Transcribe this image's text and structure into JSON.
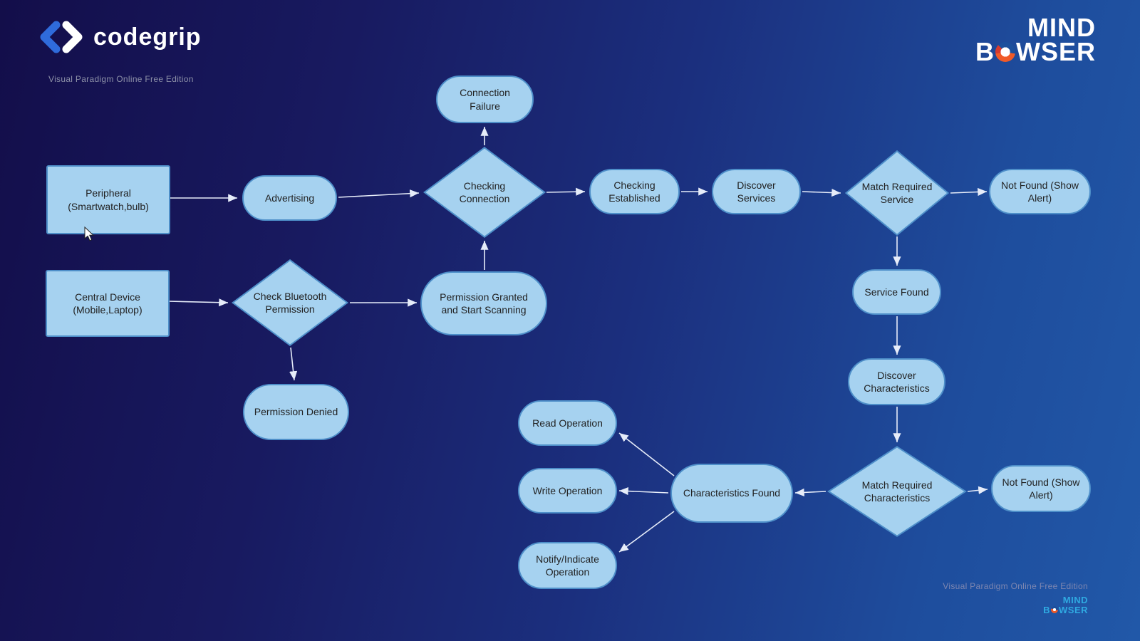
{
  "branding": {
    "codegrip_text": "codegrip",
    "watermark_top": "Visual Paradigm Online Free Edition",
    "watermark_bottom": "Visual Paradigm Online Free Edition",
    "mindbowser": {
      "line1": "MIND",
      "b": "B",
      "rest": "WSER"
    },
    "mindbowser_small": {
      "line1": "MIND",
      "b": "B",
      "rest": "WSER"
    }
  },
  "diagram": {
    "nodes": {
      "peripheral": {
        "label": "Peripheral (Smartwatch,bulb)",
        "type": "process"
      },
      "advertising": {
        "label": "Advertising",
        "type": "terminator"
      },
      "connection_failure": {
        "label": "Connection Failure",
        "type": "terminator"
      },
      "checking_connection": {
        "label": "Checking Connection",
        "type": "decision"
      },
      "checking_established": {
        "label": "Checking Established",
        "type": "terminator"
      },
      "discover_services": {
        "label": "Discover Services",
        "type": "terminator"
      },
      "match_required_service": {
        "label": "Match Required Service",
        "type": "decision"
      },
      "not_found_service": {
        "label": "Not Found (Show Alert)",
        "type": "terminator"
      },
      "service_found": {
        "label": "Service Found",
        "type": "terminator"
      },
      "discover_characteristics": {
        "label": "Discover Characteristics",
        "type": "terminator"
      },
      "match_required_characteristics": {
        "label": "Match Required Characteristics",
        "type": "decision"
      },
      "not_found_characteristics": {
        "label": "Not Found (Show Alert)",
        "type": "terminator"
      },
      "characteristics_found": {
        "label": "Characteristics Found",
        "type": "terminator"
      },
      "read_operation": {
        "label": "Read Operation",
        "type": "terminator"
      },
      "write_operation": {
        "label": "Write Operation",
        "type": "terminator"
      },
      "notify_indicate_operation": {
        "label": "Notify/Indicate Operation",
        "type": "terminator"
      },
      "central_device": {
        "label": "Central Device (Mobile,Laptop)",
        "type": "process"
      },
      "check_bluetooth_permission": {
        "label": "Check Bluetooth Permission",
        "type": "decision"
      },
      "permission_granted": {
        "label": "Permission Granted and Start Scanning",
        "type": "terminator"
      },
      "permission_denied": {
        "label": "Permission Denied",
        "type": "terminator"
      }
    },
    "edges": [
      {
        "from": "peripheral",
        "to": "advertising"
      },
      {
        "from": "advertising",
        "to": "checking_connection"
      },
      {
        "from": "checking_connection",
        "to": "connection_failure"
      },
      {
        "from": "checking_connection",
        "to": "checking_established"
      },
      {
        "from": "checking_established",
        "to": "discover_services"
      },
      {
        "from": "discover_services",
        "to": "match_required_service"
      },
      {
        "from": "match_required_service",
        "to": "not_found_service"
      },
      {
        "from": "match_required_service",
        "to": "service_found"
      },
      {
        "from": "service_found",
        "to": "discover_characteristics"
      },
      {
        "from": "discover_characteristics",
        "to": "match_required_characteristics"
      },
      {
        "from": "match_required_characteristics",
        "to": "not_found_characteristics"
      },
      {
        "from": "match_required_characteristics",
        "to": "characteristics_found"
      },
      {
        "from": "characteristics_found",
        "to": "read_operation"
      },
      {
        "from": "characteristics_found",
        "to": "write_operation"
      },
      {
        "from": "characteristics_found",
        "to": "notify_indicate_operation"
      },
      {
        "from": "central_device",
        "to": "check_bluetooth_permission"
      },
      {
        "from": "check_bluetooth_permission",
        "to": "permission_granted"
      },
      {
        "from": "check_bluetooth_permission",
        "to": "permission_denied"
      },
      {
        "from": "permission_granted",
        "to": "checking_connection"
      }
    ],
    "colors": {
      "node_fill": "#a6d2f0",
      "node_border": "#4e8fc9",
      "edge": "#e6ecf9"
    }
  }
}
